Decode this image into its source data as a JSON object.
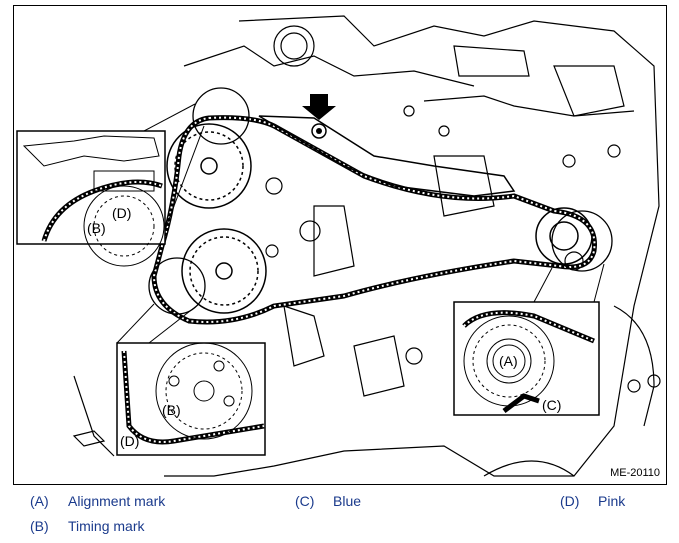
{
  "figure": {
    "code": "ME-20110",
    "callouts": {
      "inset_top_left": [
        "(D)",
        "(B)"
      ],
      "inset_bottom_left": [
        "(B)",
        "(D)"
      ],
      "inset_right": [
        "(A)",
        "(C)"
      ]
    }
  },
  "legend": [
    {
      "key": "(A)",
      "text": "Alignment mark"
    },
    {
      "key": "(C)",
      "text": "Blue"
    },
    {
      "key": "(D)",
      "text": "Pink"
    },
    {
      "key": "(B)",
      "text": "Timing mark"
    }
  ]
}
